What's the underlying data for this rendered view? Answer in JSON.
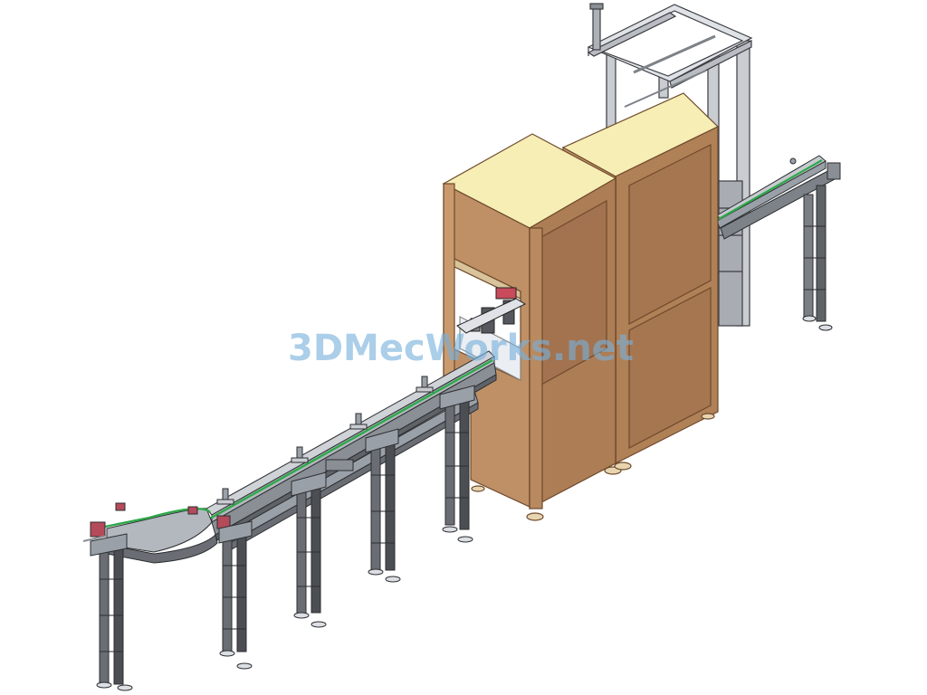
{
  "watermark": {
    "text": "3DMecWorks.net",
    "color": "#78b0dc"
  },
  "colors": {
    "background": "#ffffff",
    "cabinet_front": "#a97a55",
    "cabinet_side": "#b98a62",
    "cabinet_top": "#f6eeb4",
    "cabinet_edge": "#6e4a2c",
    "frame": "#9aa0a8",
    "frame_dark": "#3a3c40",
    "belt": "#2ea84a",
    "leg": "#55585d",
    "foot": "#e8d5b0",
    "clamp": "#b54a5a"
  },
  "components": {
    "cabinet_left": "enclosure-left",
    "cabinet_right": "enclosure-right",
    "overhead_frame": "aluminum-frame",
    "conveyor": "chain-conveyor",
    "curve": "conveyor-curve",
    "supports": "support-legs",
    "feet": "leveling-feet"
  }
}
